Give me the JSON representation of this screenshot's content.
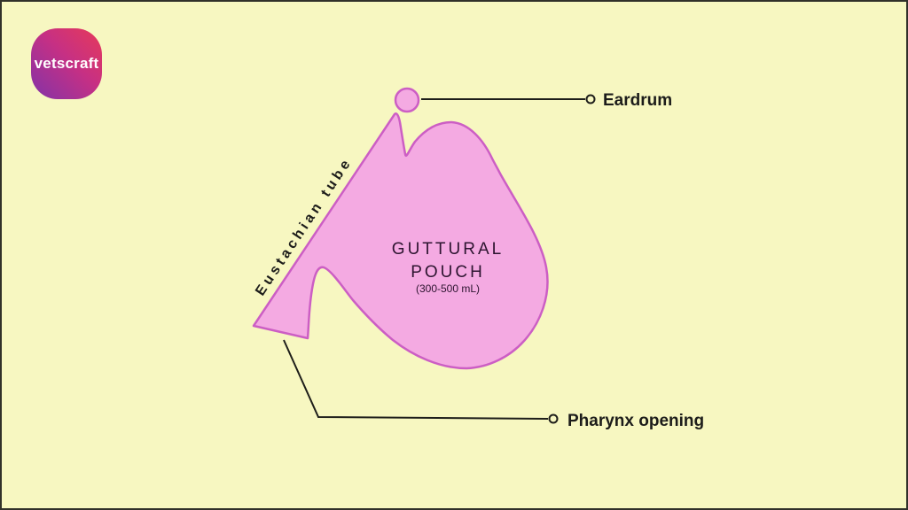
{
  "brand": {
    "logo_text": "vetscraft"
  },
  "labels": {
    "eustachian_tube": "Eustachian tube",
    "eardrum": "Eardrum",
    "pharynx_opening": "Pharynx opening"
  },
  "pouch": {
    "title_line1": "GUTTURAL",
    "title_line2": "POUCH",
    "volume": "(300-500 mL)"
  },
  "colors": {
    "background": "#f7f7c1",
    "frame_border": "#31312a",
    "pouch_fill": "#f4aae2",
    "pouch_stroke": "#cc5ec4",
    "leader_line": "#1e1e1a",
    "label_text": "#1c1c1a",
    "pouch_text": "#2d1430",
    "logo_gradient_start": "#8233a8",
    "logo_gradient_mid": "#c63084",
    "logo_gradient_end": "#e73a59",
    "logo_text": "#ffffff"
  }
}
